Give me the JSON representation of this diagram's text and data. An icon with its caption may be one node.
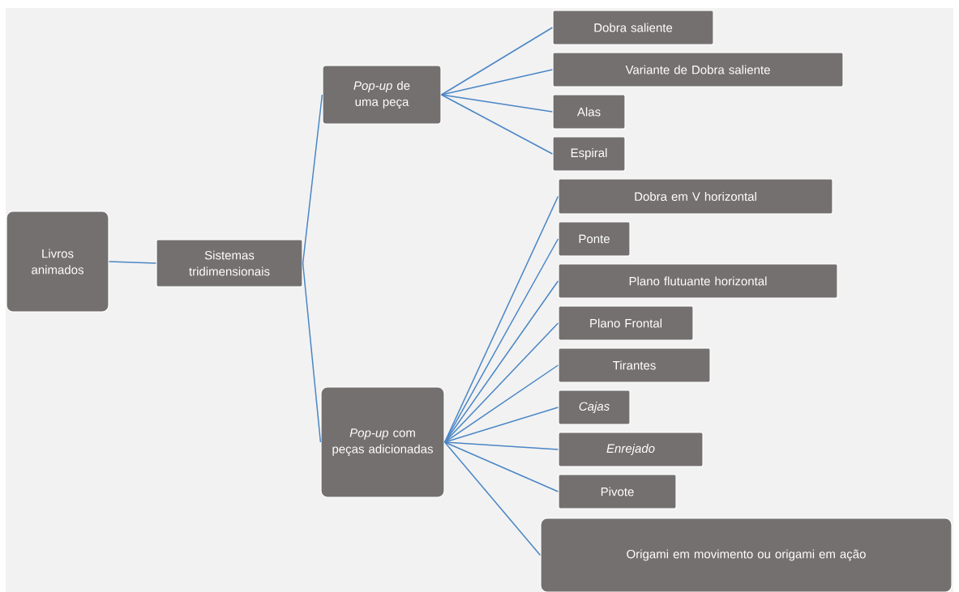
{
  "diagram": {
    "nodes": [
      {
        "text": [
          "Livros animados"
        ]
      },
      {
        "text": [
          "Sistemas tridimensionais"
        ]
      },
      {
        "text": [
          "*Pop-up* de uma peça"
        ]
      },
      {
        "text": [
          "*Pop-up* com peças adicionadas"
        ]
      },
      {
        "text": [
          "Dobra saliente"
        ]
      },
      {
        "text": [
          "Variante de Dobra saliente"
        ]
      },
      {
        "text": [
          "Alas"
        ]
      },
      {
        "text": [
          "Espiral"
        ]
      },
      {
        "text": [
          "Dobra em V horizontal"
        ]
      },
      {
        "text": [
          "Ponte"
        ]
      },
      {
        "text": [
          "Plano flutuante horizontal"
        ]
      },
      {
        "text": [
          "Plano Frontal"
        ]
      },
      {
        "text": [
          "Tirantes"
        ]
      },
      {
        "text": [
          "Cajas"
        ]
      },
      {
        "text": [
          "Enrejado"
        ]
      },
      {
        "text": [
          "Pivote"
        ]
      },
      {
        "text": [
          "Origami em movimento ou origami em ação"
        ]
      }
    ],
    "edges": [
      {
        "from": 0,
        "to": 1,
        "arrow": "none"
      },
      {
        "from": 1,
        "to": 2,
        "arrow": "none"
      },
      {
        "from": 1,
        "to": 3,
        "arrow": "none"
      },
      {
        "from": 2,
        "to": 4,
        "arrow": "none"
      },
      {
        "from": 2,
        "to": 5,
        "arrow": "none"
      },
      {
        "from": 2,
        "to": 6,
        "arrow": "none"
      },
      {
        "from": 2,
        "to": 7,
        "arrow": "none"
      },
      {
        "from": 3,
        "to": 8,
        "arrow": "none"
      },
      {
        "from": 3,
        "to": 9,
        "arrow": "none"
      },
      {
        "from": 3,
        "to": 10,
        "arrow": "none"
      },
      {
        "from": 3,
        "to": 11,
        "arrow": "none"
      },
      {
        "from": 3,
        "to": 12,
        "arrow": "none"
      },
      {
        "from": 3,
        "to": 13,
        "arrow": "none"
      },
      {
        "from": 3,
        "to": 14,
        "arrow": "none"
      },
      {
        "from": 3,
        "to": 15,
        "arrow": "none"
      },
      {
        "from": 3,
        "to": 16,
        "arrow": "none"
      }
    ]
  }
}
